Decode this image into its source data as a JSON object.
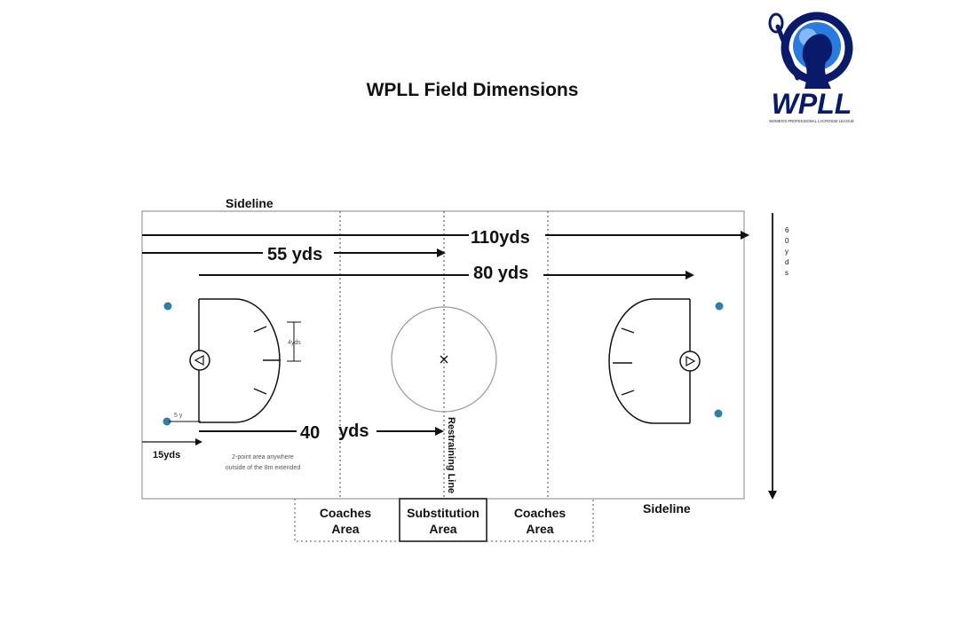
{
  "title": "WPLL Field Dimensions",
  "logo": {
    "wordmark": "WPLL",
    "tagline": "WOMEN'S PROFESSIONAL LACROSSE LEAGUE",
    "primary_color": "#0a1a6b",
    "accent_color": "#2a7be0"
  },
  "field": {
    "sideline_top": "Sideline",
    "sideline_bottom": "Sideline",
    "length_label": "110yds",
    "midfield_label": "55 yds",
    "between_lines_label": "80 yds",
    "width_label": "60 yds",
    "width_chars": [
      "6",
      "0",
      "y",
      "d",
      "s"
    ],
    "restraining_line_label": "Restraining Line",
    "forty_num": "40",
    "forty_unit": "yds",
    "fifteen_label": "15yds",
    "five_label": "5 y",
    "four_label": "4yds",
    "three_point_note_1": "2-point area anywhere",
    "three_point_note_2": "outside of the 8m extended",
    "marker_color": "#2e7fa8"
  },
  "bench": {
    "coaches_left": [
      "Coaches",
      "Area"
    ],
    "substitution": [
      "Substitution",
      "Area"
    ],
    "coaches_right": [
      "Coaches",
      "Area"
    ]
  }
}
